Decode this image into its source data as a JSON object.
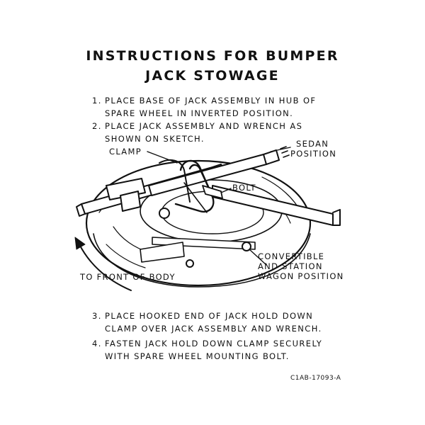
{
  "title": {
    "line1": "INSTRUCTIONS FOR BUMPER",
    "line2": "JACK STOWAGE"
  },
  "steps": [
    {
      "number": "1.",
      "line1": "PLACE BASE OF JACK ASSEMBLY IN HUB OF",
      "line2": "SPARE WHEEL IN INVERTED POSITION."
    },
    {
      "number": "2.",
      "line1": "PLACE JACK ASSEMBLY AND WRENCH AS",
      "line2": "SHOWN ON SKETCH."
    },
    {
      "number": "3.",
      "line1": "PLACE HOOKED END OF JACK HOLD DOWN",
      "line2": "CLAMP OVER JACK ASSEMBLY AND WRENCH."
    },
    {
      "number": "4.",
      "line1": "FASTEN JACK HOLD DOWN CLAMP SECURELY",
      "line2": "WITH SPARE WHEEL MOUNTING BOLT."
    }
  ],
  "labels": {
    "clamp": "CLAMP",
    "bolt": "BOLT",
    "sedan_line1": "SEDAN",
    "sedan_line2": "POSITION",
    "convertible_line1": "CONVERTIBLE",
    "convertible_line2": "AND STATION",
    "convertible_line3": "WAGON POSITION",
    "front_of_body": "TO FRONT OF BODY"
  },
  "part_number": "C1AB-17093-A"
}
